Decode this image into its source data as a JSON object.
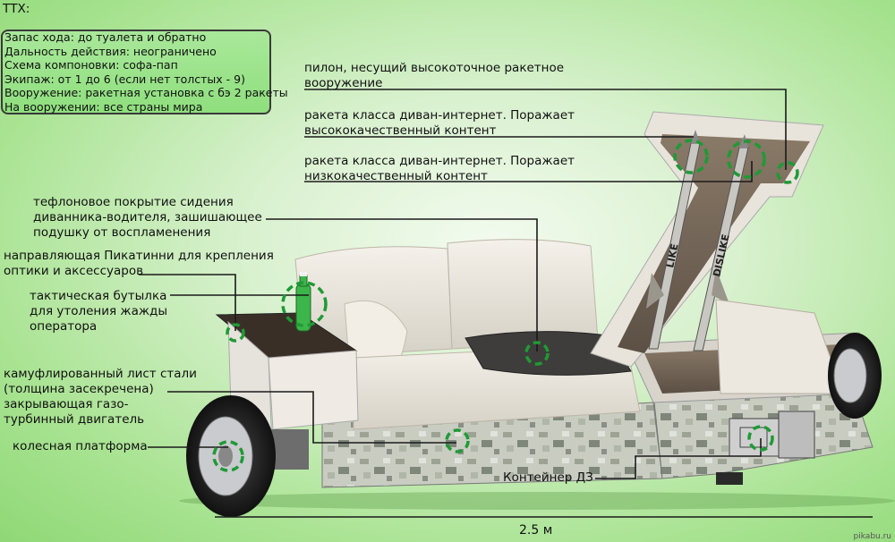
{
  "spec": {
    "title": "ТТХ:",
    "rows": [
      "Запас хода: до туалета и обратно",
      "Дальность действия: неограничено",
      "Схема компоновки: софа-пап",
      "Экипаж: от 1 до 6 (если нет толстых - 9)",
      "Вооружение: ракетная установка с бэ 2 ракеты",
      "На вооружении: все страны мира"
    ]
  },
  "callouts": {
    "pylon": [
      "пилон, несущий высокоточное ракетное",
      "вооружение"
    ],
    "rocket_high": [
      "ракета класса диван-интернет. Поражает",
      "высококачественный контент"
    ],
    "rocket_low": [
      "ракета класса диван-интернет. Поражает",
      "низкокачественный контент"
    ],
    "teflon": [
      "тефлоновое покрытие сидения",
      "диванника-водителя, зашишающее",
      "подушку от воспламенения"
    ],
    "picatinny": [
      "направляющая Пикатинни для крепления",
      "оптики и аксессуаров"
    ],
    "bottle": [
      "тактическая бутылка",
      "для утоления жажды",
      "оператора"
    ],
    "camo": [
      "камуфлированный лист стали",
      "(толщина засекречена)",
      "закрывающая газо-",
      "турбинный двигатель"
    ],
    "wheels": [
      "колесная платформа"
    ],
    "container": [
      "Контейнер ДЗ"
    ]
  },
  "missiles": {
    "left": "LIKE",
    "right": "DISLIKE"
  },
  "dimension": "2.5 м",
  "watermark": "pikabu.ru",
  "colors": {
    "callout_line": "#1a1a1a",
    "marker": "#1f9a35",
    "box_fill": "#9fe48f"
  }
}
